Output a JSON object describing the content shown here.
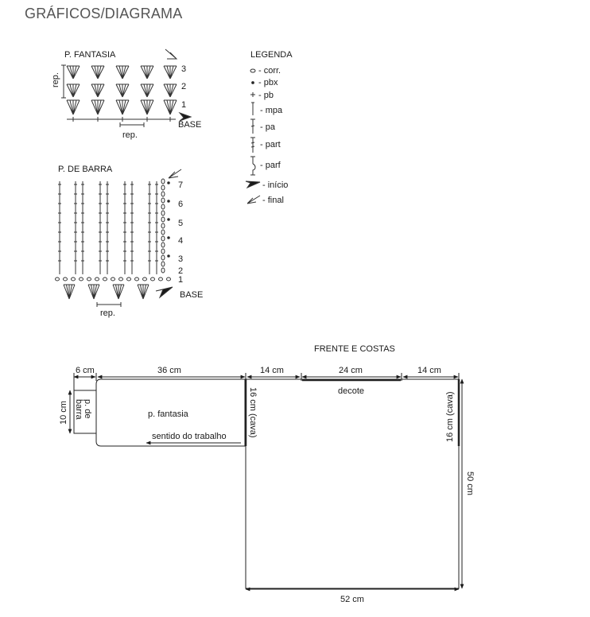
{
  "heading": "GRÁFICOS/DIAGRAMA",
  "fantasia_chart": {
    "title": "P. FANTASIA",
    "rep_side": "rep.",
    "rep_bottom": "rep.",
    "rows": [
      "3",
      "2",
      "1"
    ],
    "base": "BASE"
  },
  "barra_chart": {
    "title": "P. DE BARRA",
    "rows": [
      "7",
      "6",
      "5",
      "4",
      "3",
      "2",
      "1"
    ],
    "base": "BASE",
    "rep_bottom": "rep."
  },
  "legend": {
    "title": "LEGENDA",
    "items": [
      {
        "symbol": "circle-icon",
        "label": "- corr."
      },
      {
        "symbol": "dot-icon",
        "label": "- pbx"
      },
      {
        "symbol": "plus-icon",
        "label": "- pb"
      },
      {
        "symbol": "mpa-icon",
        "label": "- mpa"
      },
      {
        "symbol": "pa-icon",
        "label": "- pa"
      },
      {
        "symbol": "part-icon",
        "label": "- part"
      },
      {
        "symbol": "parf-icon",
        "label": "- parf"
      },
      {
        "symbol": "start-arrow-icon",
        "label": "- início"
      },
      {
        "symbol": "end-arrow-icon",
        "label": "- final"
      }
    ]
  },
  "schematic": {
    "title": "FRENTE E COSTAS",
    "dim_6": "6 cm",
    "dim_36": "36 cm",
    "dim_14_left": "14 cm",
    "dim_24": "24 cm",
    "dim_14_right": "14 cm",
    "dim_10": "10 cm",
    "barra_label_1": "p. de",
    "barra_label_2": "barra",
    "fantasia_label": "p. fantasia",
    "direction_label": "sentido do trabalho",
    "cava_left": "16 cm (cava)",
    "cava_right": "16 cm (cava)",
    "decote": "decote",
    "dim_50": "50 cm",
    "dim_52": "52 cm"
  }
}
